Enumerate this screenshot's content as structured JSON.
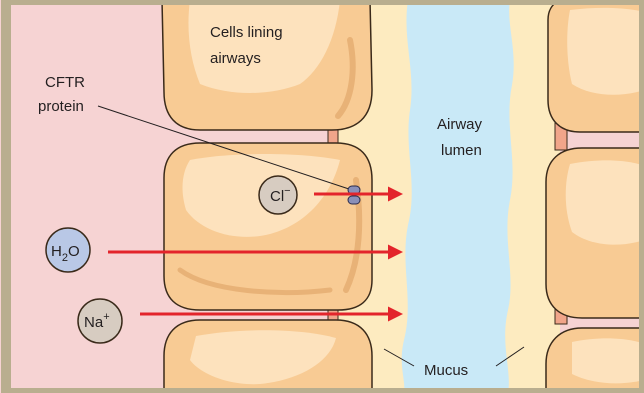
{
  "colors": {
    "background_outer": "#f6d3d3",
    "mucus": "#fdebc0",
    "lumen": "#c9e9f7",
    "cell_fill": "#f8cb94",
    "cell_highlight": "#fde2bd",
    "cell_stroke": "#3a2a1a",
    "arrow": "#e3242b",
    "ion_fill": "#d7ccc1",
    "h2o_fill": "#b9c8e6",
    "channel": "#8a8fb8",
    "frame": "#b9ae8f"
  },
  "labels": {
    "cells": [
      "Cells lining",
      "airways"
    ],
    "cftr": [
      "CFTR",
      "protein"
    ],
    "lumen": [
      "Airway",
      "lumen"
    ],
    "mucus": "Mucus"
  },
  "ions": {
    "cl": {
      "base": "Cl",
      "sup": "−"
    },
    "h2o": {
      "base": "H",
      "sub": "2",
      "tail": "O"
    },
    "na": {
      "base": "Na",
      "sup": "+"
    }
  }
}
